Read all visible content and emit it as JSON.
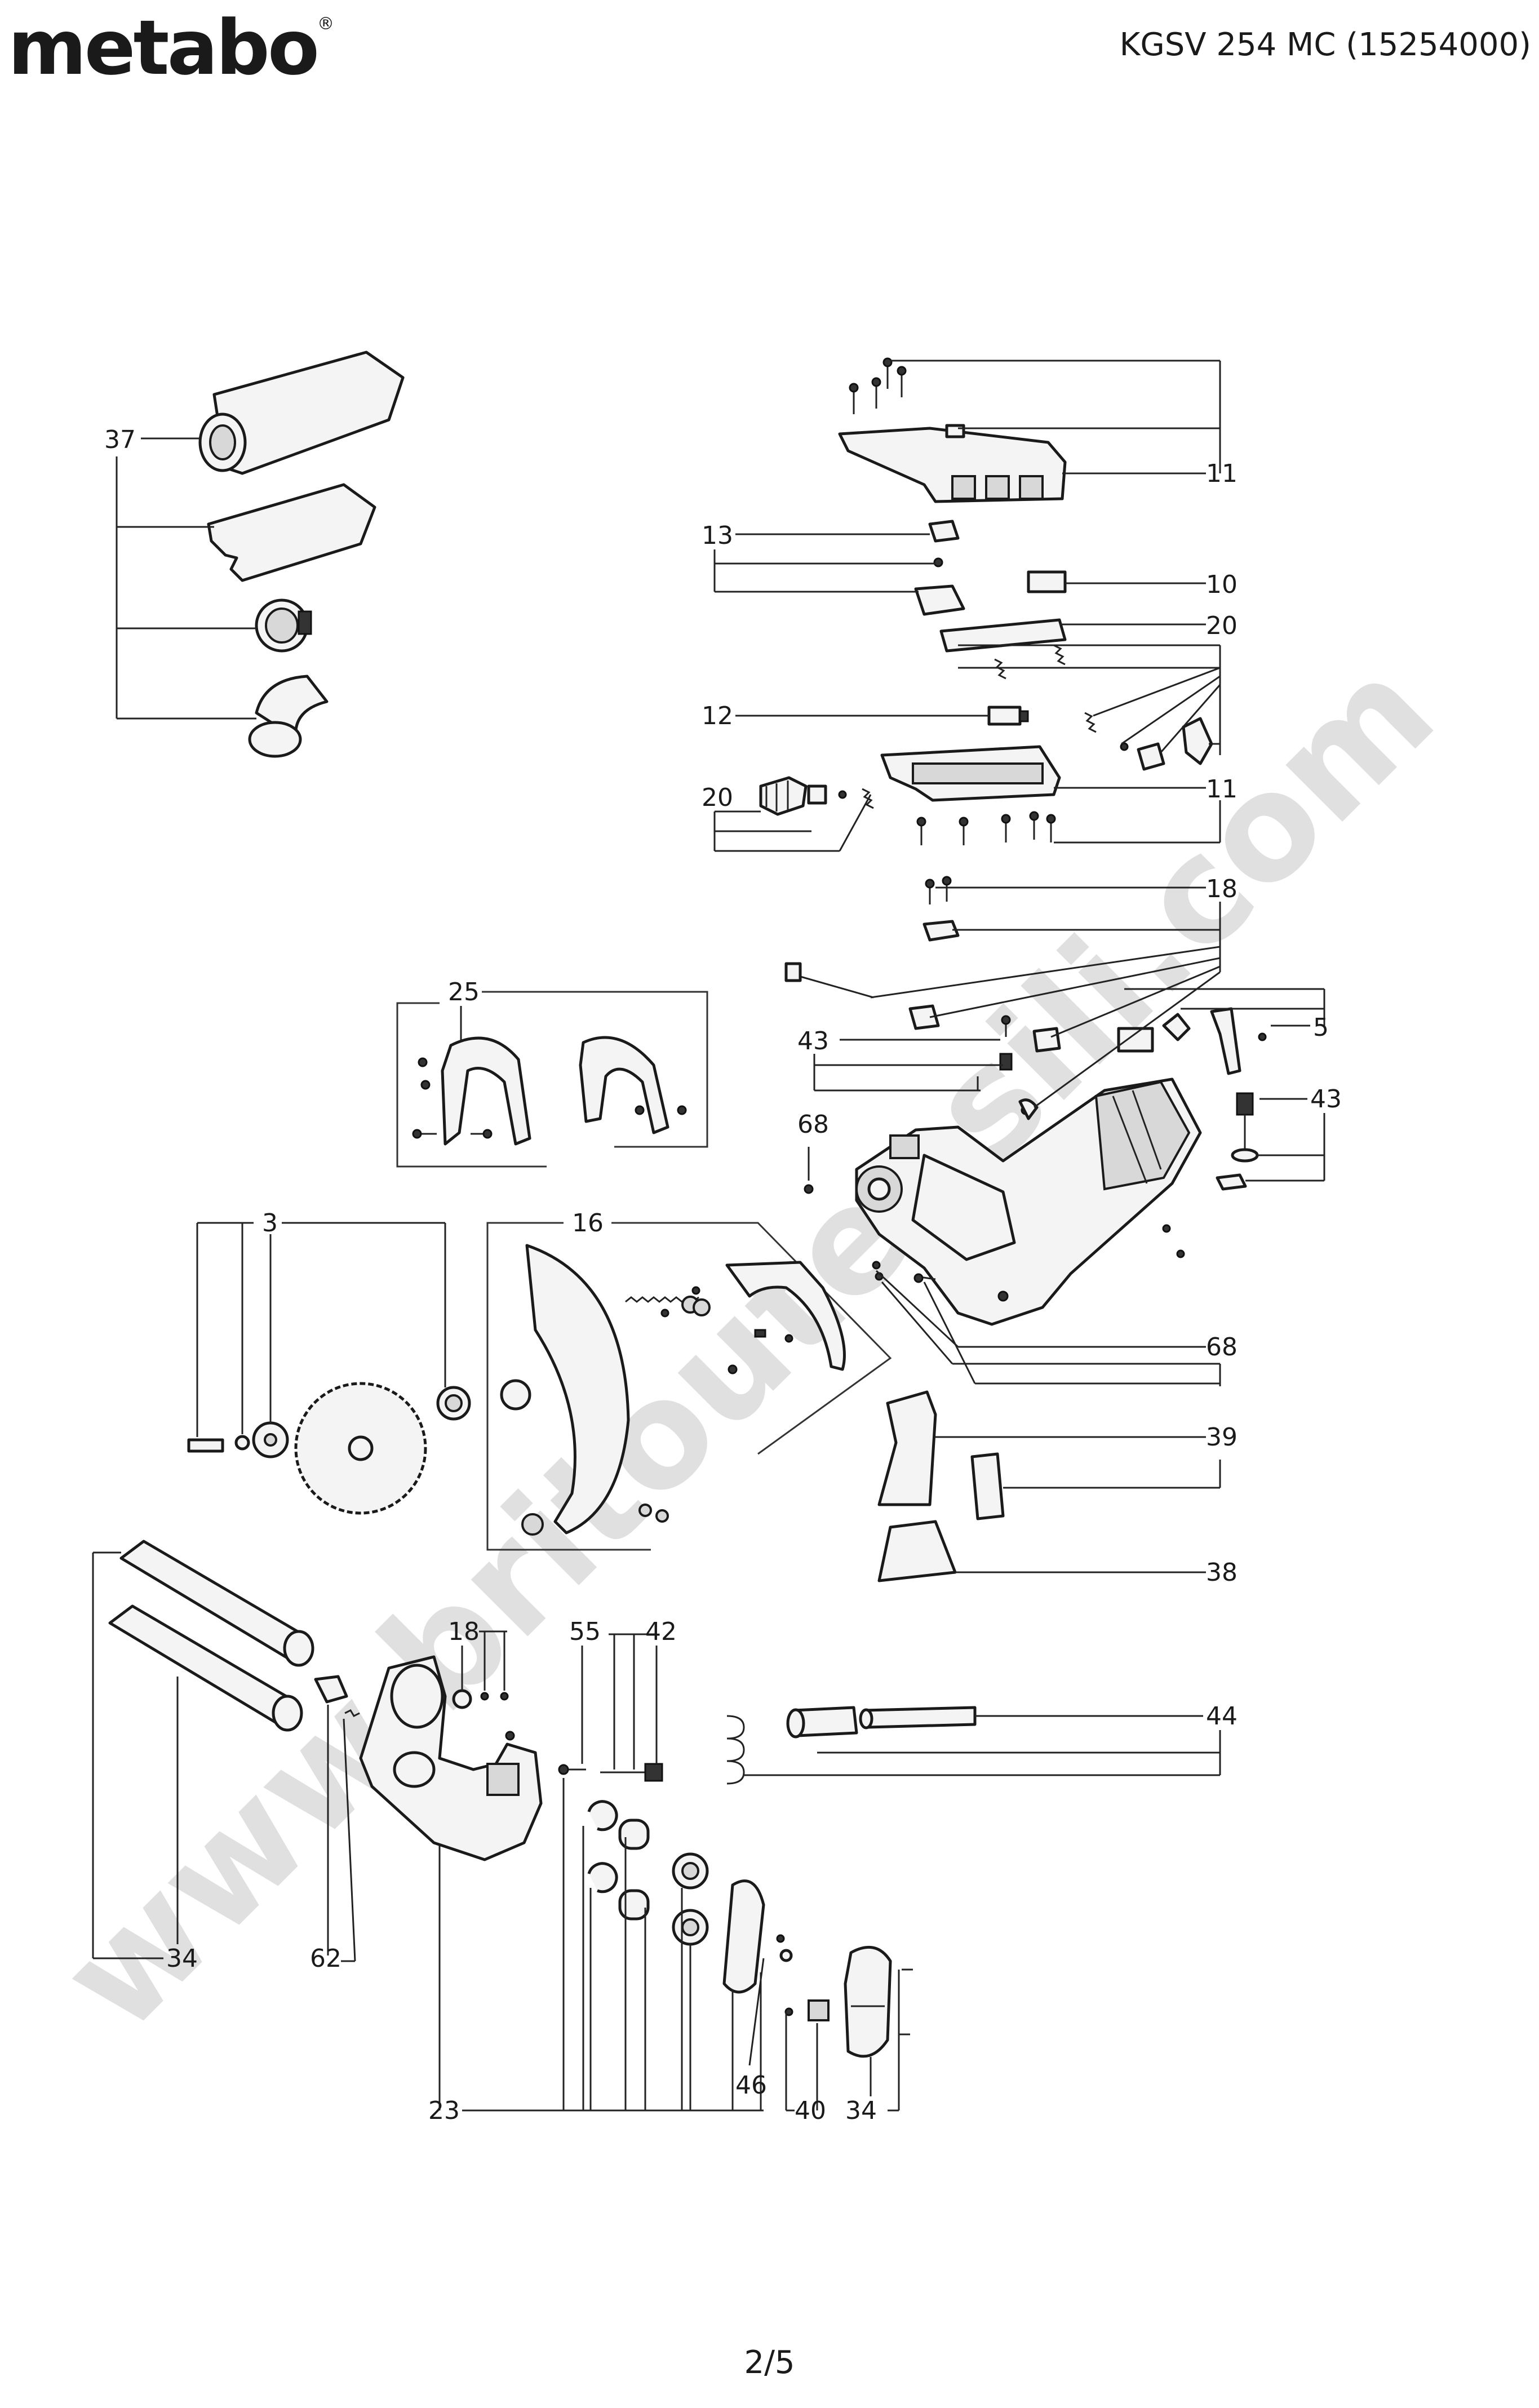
{
  "header": {
    "brand": "metabo",
    "brand_mark": "®",
    "model": "KGSV 254 MC (15254000)"
  },
  "watermark": "www.britoutensili.com",
  "footer": {
    "page": "2/5"
  },
  "labels": {
    "l37": "37",
    "l11a": "11",
    "l13": "13",
    "l10": "10",
    "l20a": "20",
    "l12": "12",
    "l20b": "20",
    "l11b": "11",
    "l18a": "18",
    "l25": "25",
    "l5": "5",
    "l43a": "43",
    "l43b": "43",
    "l68a": "68",
    "l3": "3",
    "l16": "16",
    "l68b": "68",
    "l39": "39",
    "l38": "38",
    "l18b": "18",
    "l55": "55",
    "l42": "42",
    "l44": "44",
    "l34a": "34",
    "l62": "62",
    "l46": "46",
    "l23": "23",
    "l40": "40",
    "l34b": "34"
  },
  "icons": {
    "dust_box": "dust-bag-icon",
    "blade": "saw-blade-icon",
    "motor": "motor-head-icon",
    "guard": "blade-guard-icon",
    "handle": "handle-icon",
    "rods": "slide-rod-icon",
    "spring": "spring-icon",
    "arm": "pivot-arm-icon"
  }
}
